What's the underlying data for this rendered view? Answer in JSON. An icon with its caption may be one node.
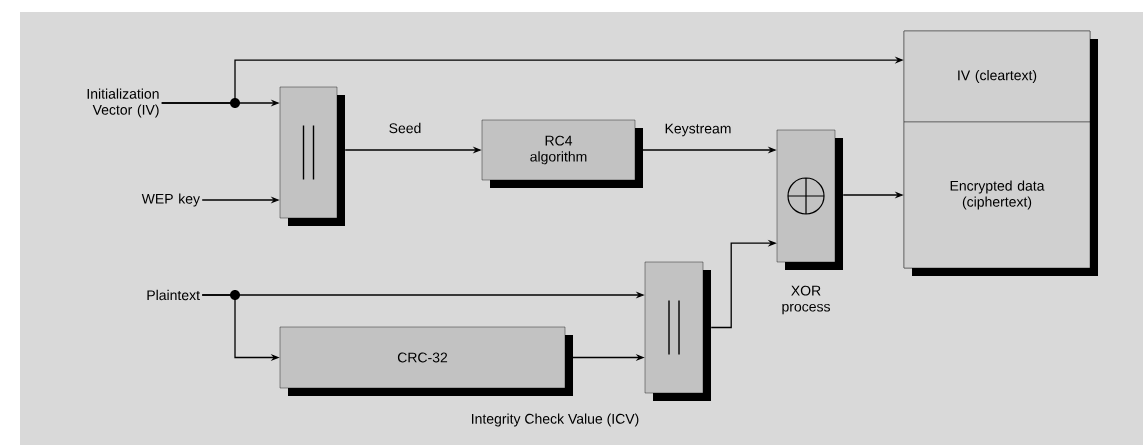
{
  "diagram": {
    "nodes": [
      {
        "text": [
          "Initialization Vector (IV)"
        ]
      },
      {
        "text": [
          "WEP key"
        ]
      },
      {
        "text": [],
        "shape": "box"
      },
      {
        "text": [
          "RC4 algorithm"
        ]
      },
      {
        "text": [],
        "shape": "box",
        "beside": [
          "XOR process"
        ]
      },
      {
        "text": [],
        "shape": "box"
      },
      {
        "text": [
          "IV (cleartext)"
        ],
        "in": 5
      },
      {
        "text": [
          "Encrypted data (ciphertext)"
        ],
        "in": 5
      },
      {
        "text": [
          "Plaintext"
        ]
      },
      {
        "text": [
          "CRC-32"
        ]
      },
      {
        "text": [],
        "shape": "box"
      }
    ],
    "edges": [
      {
        "from": 0,
        "to": 6,
        "arrow": "to"
      },
      {
        "from": 0,
        "to": 2,
        "arrow": "to"
      },
      {
        "from": 1,
        "to": 2,
        "arrow": "to"
      },
      {
        "from": 2,
        "to": 3,
        "arrow": "to",
        "label": "Seed"
      },
      {
        "from": 3,
        "to": 4,
        "arrow": "to",
        "label": "Keystream"
      },
      {
        "from": 4,
        "to": 7,
        "arrow": "to"
      },
      {
        "from": 8,
        "to": 10,
        "arrow": "to"
      },
      {
        "from": 8,
        "to": 9,
        "arrow": "to"
      },
      {
        "from": 9,
        "to": 10,
        "arrow": "to"
      },
      {
        "from": 10,
        "to": 4,
        "arrow": "to"
      }
    ],
    "labels": [
      "Integrity Check Value (ICV)"
    ]
  }
}
